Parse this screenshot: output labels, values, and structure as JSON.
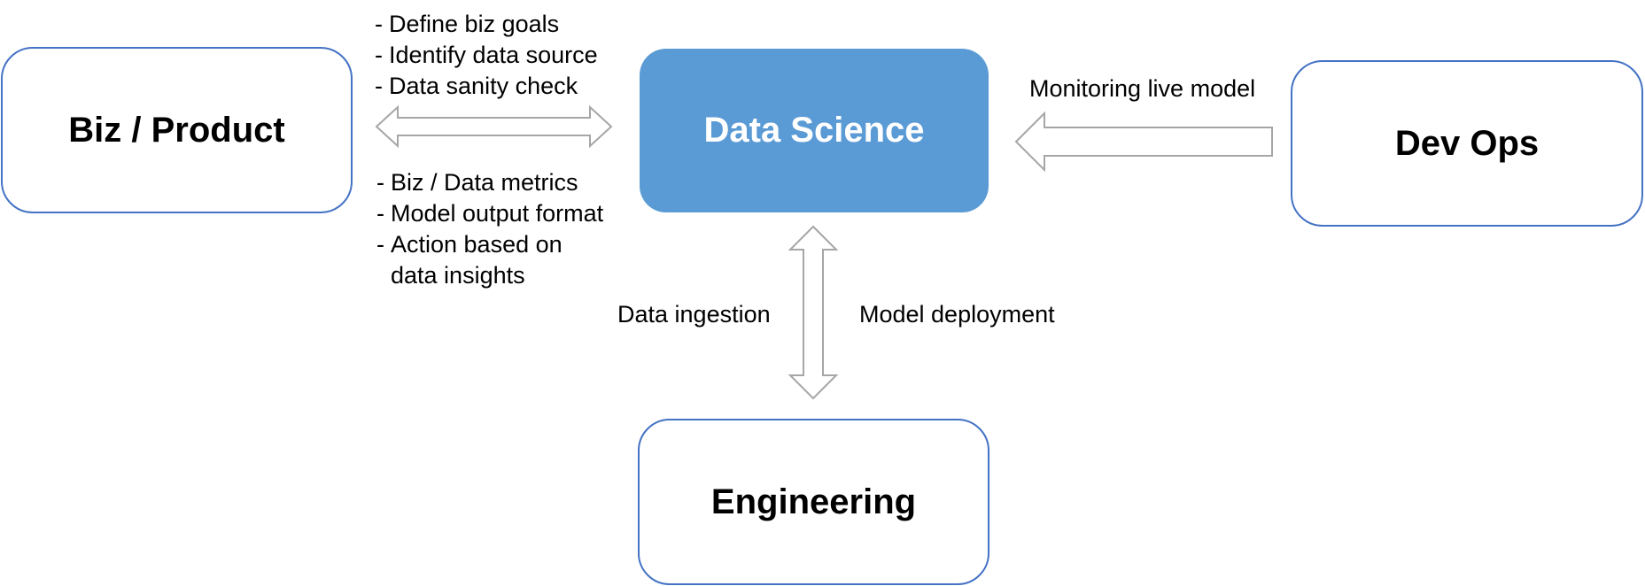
{
  "nodes": {
    "biz_product": "Biz / Product",
    "data_science": "Data Science",
    "dev_ops": "Dev Ops",
    "engineering": "Engineering"
  },
  "biz_ds_top": [
    "Define biz goals",
    "Identify data source",
    "Data sanity check"
  ],
  "biz_ds_bottom": [
    "Biz / Data metrics",
    "Model output format",
    "Action based on",
    "data insights"
  ],
  "bullet_marker": "-",
  "devops_ds_label": "Monitoring live model",
  "eng_ds_left": "Data ingestion",
  "eng_ds_right": "Model deployment",
  "colors": {
    "node_border": "#4472C4",
    "core_fill": "#5B9BD5",
    "arrow_stroke": "#A6A6A6"
  }
}
